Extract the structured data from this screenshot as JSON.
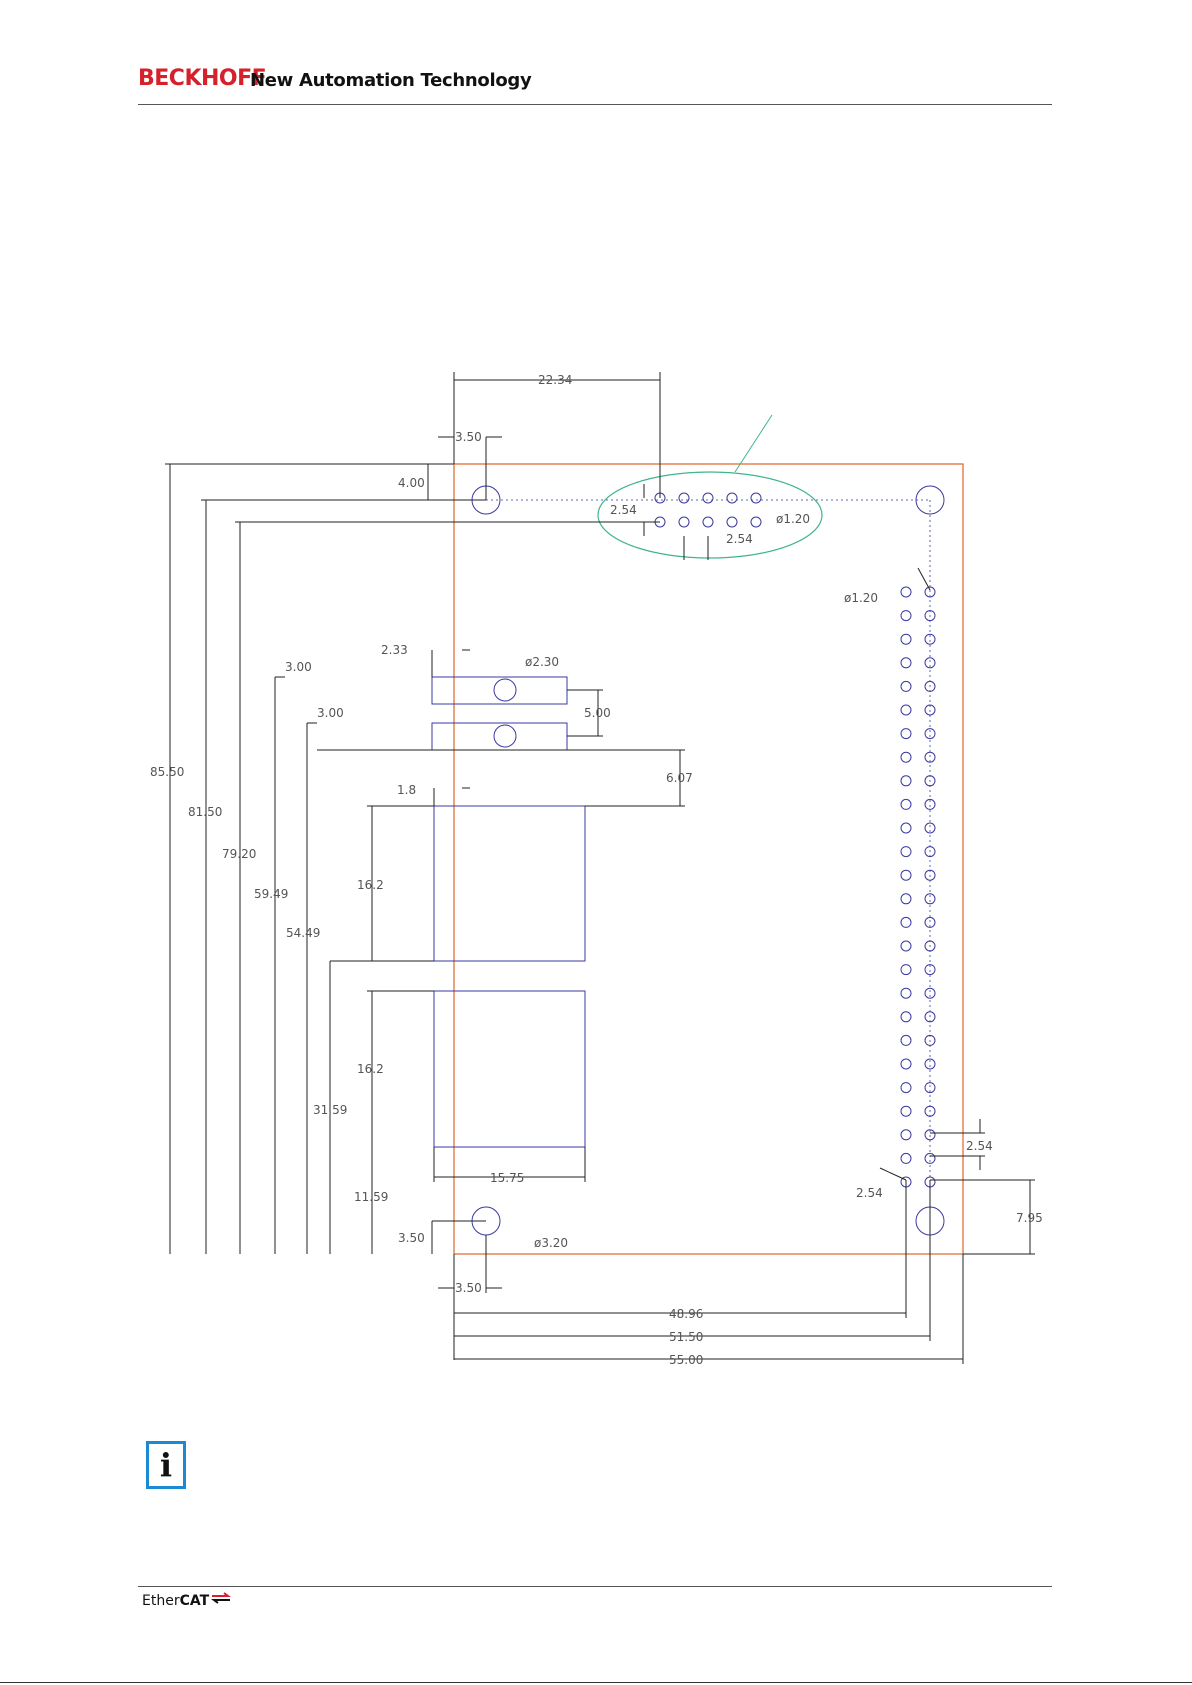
{
  "header": {
    "brand": "BECKHOFF",
    "tagline": "New Automation Technology"
  },
  "drawing": {
    "dimensions": {
      "d_22_34": "22.34",
      "d_3_50_top": "3.50",
      "d_4_00": "4.00",
      "d_2_54_top": "2.54",
      "d_dia_1_20_top": "ø1.20",
      "d_2_54_topb": "2.54",
      "d_dia_1_20_right": "ø1.20",
      "d_2_33": "2.33",
      "d_dia_2_30": "ø2.30",
      "d_3_00_a": "3.00",
      "d_5_00": "5.00",
      "d_3_00_b": "3.00",
      "d_6_07": "6.07",
      "d_1_8": "1.8",
      "d_85_50": "85.50",
      "d_81_50": "81.50",
      "d_79_20": "79.20",
      "d_59_49": "59.49",
      "d_54_49": "54.49",
      "d_16_2_a": "16.2",
      "d_16_2_b": "16.2",
      "d_31_59": "31.59",
      "d_11_59": "11.59",
      "d_15_75": "15.75",
      "d_3_50_left": "3.50",
      "d_dia_3_20": "ø3.20",
      "d_3_50_bottom": "3.50",
      "d_2_54_right": "2.54",
      "d_2_54_bottom": "2.54",
      "d_7_95": "7.95",
      "d_48_96": "48.96",
      "d_51_50": "51.50",
      "d_55_00": "55.00"
    }
  },
  "info_icon": {
    "glyph": "i"
  },
  "footer": {
    "logo_ether": "Ether",
    "logo_cat": "CAT"
  },
  "colors": {
    "board_outline": "#e0632a",
    "features": "#3a3aa0",
    "highlight": "#3fb58a",
    "dimension": "#222222",
    "brand_red": "#d6202b",
    "info_blue": "#1a8ad4"
  }
}
